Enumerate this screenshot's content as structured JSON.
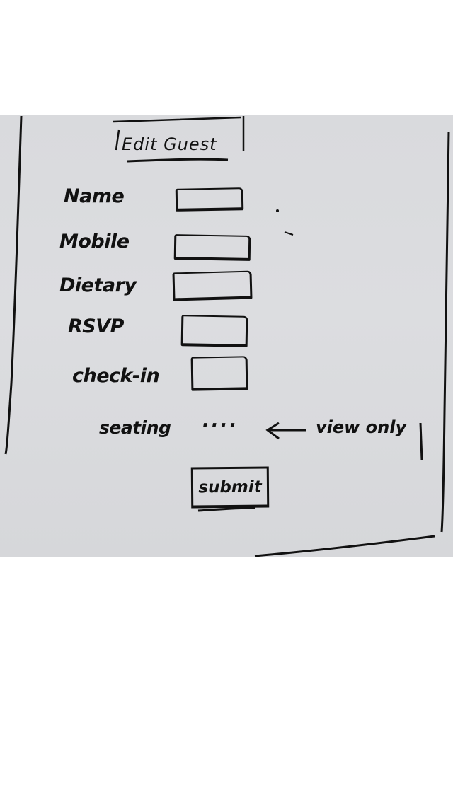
{
  "form": {
    "title": "Edit Guest",
    "fields": [
      {
        "label": "Name",
        "value": ""
      },
      {
        "label": "Mobile",
        "value": ""
      },
      {
        "label": "Dietary",
        "value": ""
      },
      {
        "label": "RSVP",
        "value": ""
      },
      {
        "label": "check-in",
        "value": ""
      }
    ],
    "seating": {
      "label": "seating",
      "value": "....",
      "note": "view only"
    },
    "submit_label": "submit"
  },
  "colors": {
    "ink": "#111111",
    "paper": "#dbdcdf",
    "background": "#ffffff"
  }
}
